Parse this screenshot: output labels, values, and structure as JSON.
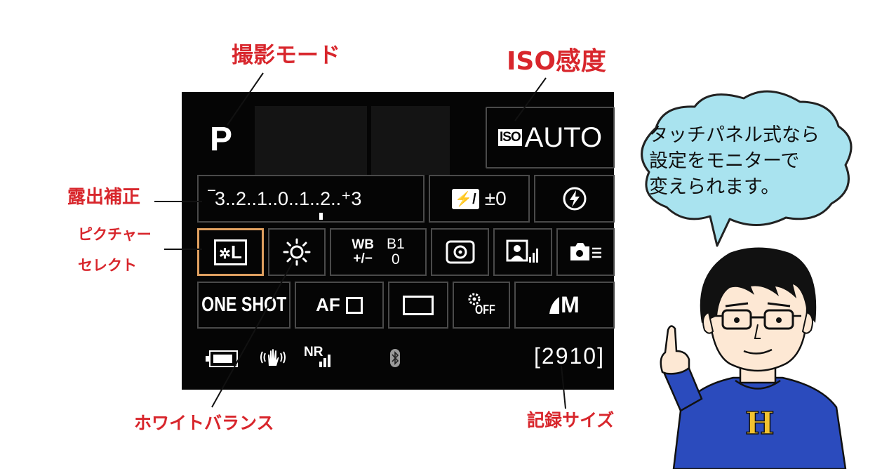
{
  "labels": {
    "shooting_mode": "撮影モード",
    "iso": "ISO感度",
    "exposure_comp": "露出補正",
    "picture_style_1": "ピクチャー",
    "picture_style_2": "セレクト",
    "white_balance": "ホワイトバランス",
    "record_size": "記録サイズ"
  },
  "screen": {
    "mode": "P",
    "iso_badge": "ISO",
    "iso_value": "AUTO",
    "exposure_scale": "‾3..2..1..0..1..2..⁺3",
    "flash_comp": "±0",
    "picture_style": "L",
    "wb_label_top": "WB",
    "wb_label_bottom": "+/−",
    "wb_shift_top": "B1",
    "wb_shift_bottom": "0",
    "focus_mode": "ONE SHOT",
    "af_area": "AF",
    "drive_off": "OFF",
    "image_quality": "M",
    "nr": "NR",
    "shots_remaining": "[2910]"
  },
  "bubble": {
    "line1": "タッチパネル式なら",
    "line2": "設定をモニターで",
    "line3": "変えられます。"
  },
  "character": {
    "shirt_letter": "H"
  },
  "colors": {
    "label_red": "#d8262c",
    "bubble_fill": "#a9e3ef",
    "shirt_blue": "#2b4bbd",
    "select_border": "#e0a060"
  }
}
